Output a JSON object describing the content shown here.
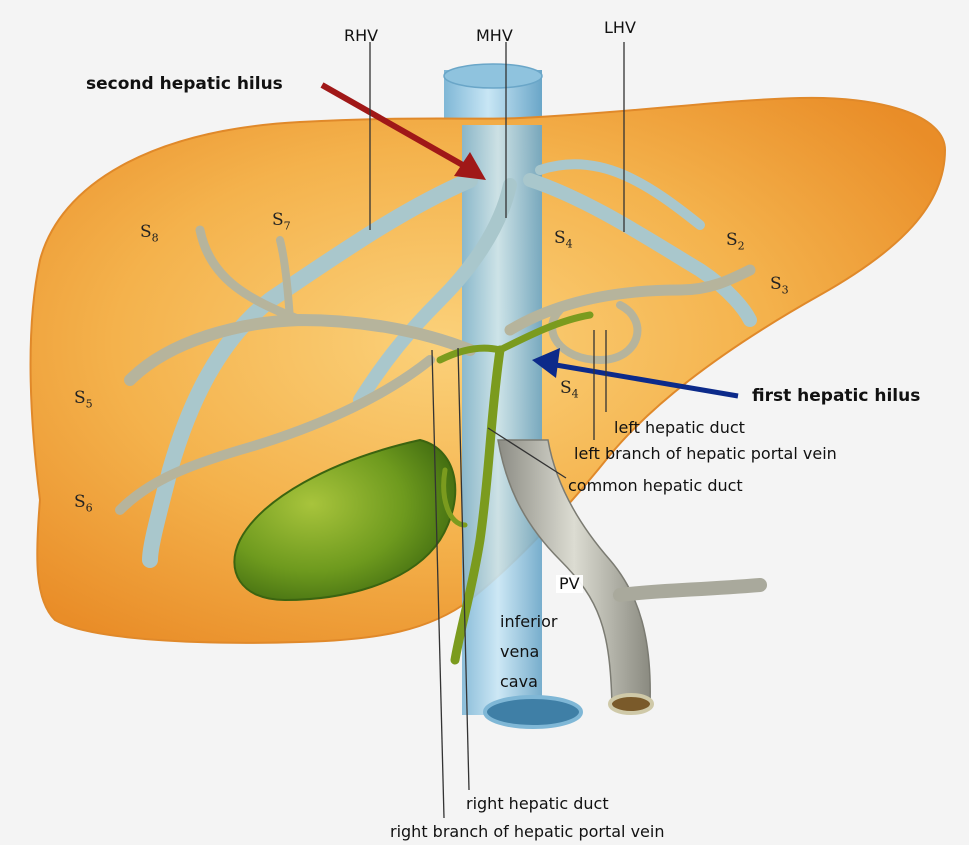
{
  "labels": {
    "rhv": "RHV",
    "mhv": "MHV",
    "lhv": "LHV",
    "second_hilus": "second hepatic hilus",
    "first_hilus": "first hepatic hilus",
    "left_hepatic_duct": "left hepatic duct",
    "left_branch_pv": "left branch of hepatic portal vein",
    "common_hepatic_duct": "common hepatic duct",
    "pv": "PV",
    "ivc_line1": "inferior",
    "ivc_line2": "vena",
    "ivc_line3": "cava",
    "right_hepatic_duct": "right hepatic duct",
    "right_branch_pv": "right branch of hepatic portal vein"
  },
  "segments": {
    "s8": {
      "letter": "S",
      "num": "8"
    },
    "s7": {
      "letter": "S",
      "num": "7"
    },
    "s4_top": {
      "letter": "S",
      "num": "4"
    },
    "s2": {
      "letter": "S",
      "num": "2"
    },
    "s3": {
      "letter": "S",
      "num": "3"
    },
    "s4_bottom": {
      "letter": "S",
      "num": "4"
    },
    "s5": {
      "letter": "S",
      "num": "5"
    },
    "s6": {
      "letter": "S",
      "num": "6"
    }
  },
  "colors": {
    "liver": "#f0a640",
    "vena_cava": "#9fd0e8",
    "hepatic_vein": "#a8c8cc",
    "portal_vein": "#b8b8a8",
    "bile_duct": "#7a9a1e",
    "gallbladder": "#6e9a1e",
    "second_hilus_arrow": "#a01818",
    "first_hilus_arrow": "#0c2a8a"
  }
}
